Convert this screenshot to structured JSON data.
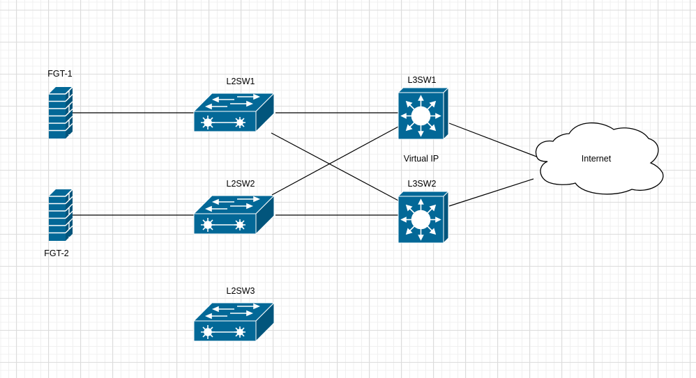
{
  "diagram": {
    "colors": {
      "device": "#036897",
      "device_dark": "#02557c",
      "line": "#000000",
      "cloud_fill": "#ffffff"
    },
    "nodes": {
      "fgt1": {
        "label": "FGT-1",
        "type": "firewall"
      },
      "fgt2": {
        "label": "FGT-2",
        "type": "firewall"
      },
      "l2sw1": {
        "label": "L2SW1",
        "type": "l2-switch"
      },
      "l2sw2": {
        "label": "L2SW2",
        "type": "l2-switch"
      },
      "l2sw3": {
        "label": "L2SW3",
        "type": "l2-switch"
      },
      "l3sw1": {
        "label": "L3SW1",
        "type": "l3-switch"
      },
      "l3sw2": {
        "label": "L3SW2",
        "type": "l3-switch"
      },
      "internet": {
        "label": "Internet",
        "type": "cloud"
      }
    },
    "annotations": {
      "virtual_ip": "Virtual IP"
    },
    "links": [
      {
        "from": "fgt1",
        "to": "l2sw1"
      },
      {
        "from": "fgt2",
        "to": "l2sw2"
      },
      {
        "from": "l2sw1",
        "to": "l3sw1"
      },
      {
        "from": "l2sw1",
        "to": "l3sw2"
      },
      {
        "from": "l2sw2",
        "to": "l3sw1"
      },
      {
        "from": "l2sw2",
        "to": "l3sw2"
      },
      {
        "from": "l3sw1",
        "to": "internet"
      },
      {
        "from": "l3sw2",
        "to": "internet"
      }
    ]
  }
}
